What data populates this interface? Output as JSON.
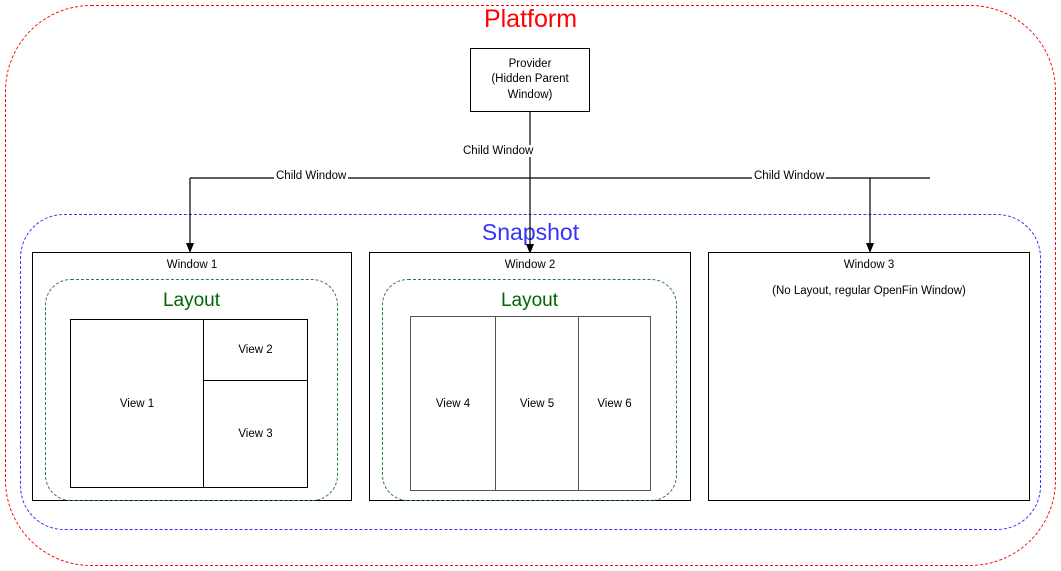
{
  "diagram": {
    "platform": {
      "title": "Platform",
      "color": "#ff0000"
    },
    "snapshot": {
      "title": "Snapshot",
      "color": "#3333ff"
    },
    "provider": {
      "label": "Provider\n(Hidden Parent\nWindow)"
    },
    "edges": [
      {
        "id": "center",
        "label": "Child Window"
      },
      {
        "id": "left",
        "label": "Child Window"
      },
      {
        "id": "right",
        "label": "Child Window"
      }
    ],
    "windows": [
      {
        "id": "window-1",
        "title": "Window 1",
        "note": "",
        "layout": {
          "title": "Layout",
          "color": "#006600",
          "views": [
            {
              "id": "view-1",
              "label": "View 1"
            },
            {
              "id": "view-2",
              "label": "View 2"
            },
            {
              "id": "view-3",
              "label": "View 3"
            }
          ]
        }
      },
      {
        "id": "window-2",
        "title": "Window 2",
        "note": "",
        "layout": {
          "title": "Layout",
          "color": "#006600",
          "views": [
            {
              "id": "view-4",
              "label": "View 4"
            },
            {
              "id": "view-5",
              "label": "View 5"
            },
            {
              "id": "view-6",
              "label": "View 6"
            }
          ]
        }
      },
      {
        "id": "window-3",
        "title": "Window 3",
        "note": "(No Layout, regular OpenFin Window)",
        "layout": null
      }
    ]
  }
}
